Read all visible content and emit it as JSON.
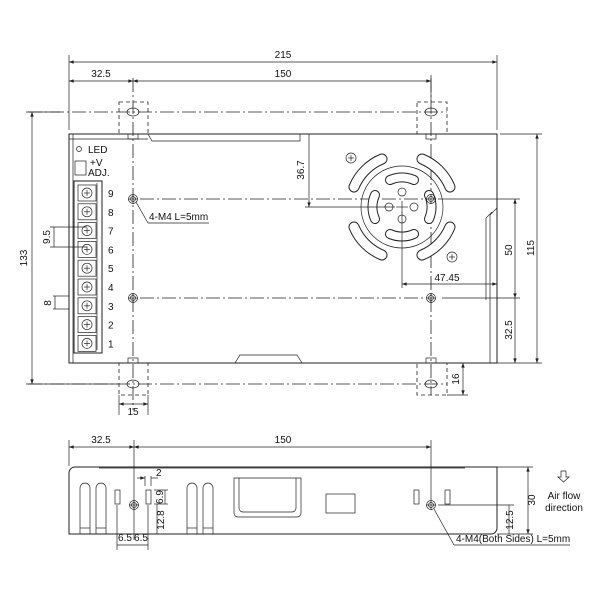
{
  "top_view": {
    "dims": {
      "overall_length": "215",
      "left_offset": "32.5",
      "hole_spacing": "150",
      "overall_with_tabs": "133",
      "tab_width": "15",
      "tab_depth": "16",
      "fan_offset_v": "36.7",
      "fan_offset_h": "47.45",
      "hole_spacing_v": "50",
      "bottom_offset": "32.5",
      "height": "115",
      "terminal_pitch_a": "9.5",
      "terminal_pitch_b": "8"
    },
    "labels": {
      "led": "LED",
      "vadj_1": "+V",
      "vadj_2": "ADJ.",
      "screw_note": "4-M4 L=5mm"
    },
    "terminals": [
      "9",
      "8",
      "7",
      "6",
      "5",
      "4",
      "3",
      "2",
      "1"
    ]
  },
  "side_view": {
    "dims": {
      "left_offset": "32.5",
      "hole_spacing": "150",
      "slot_width": "2",
      "slot_height": "6.9",
      "hole_height": "12.8",
      "spacing_left": "6.5",
      "spacing_right": "6.5",
      "height": "30",
      "hole_height_right": "12.5"
    },
    "labels": {
      "airflow_1": "Air flow",
      "airflow_2": "direction",
      "screw_note": "4-M4(Both Sides) L=5mm"
    }
  }
}
